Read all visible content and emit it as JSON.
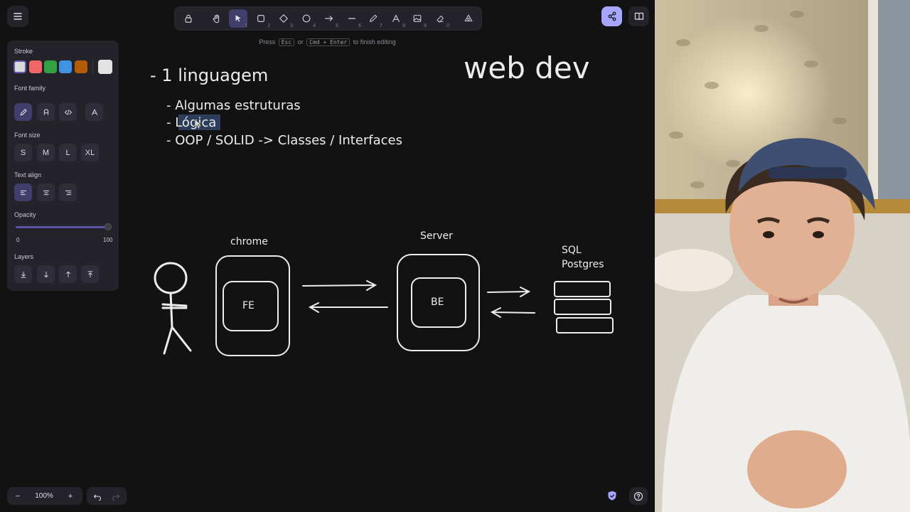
{
  "toolbar": {
    "tools": [
      {
        "name": "lock-icon",
        "num": ""
      },
      {
        "name": "hand-icon",
        "num": ""
      },
      {
        "name": "selection-icon",
        "num": "1"
      },
      {
        "name": "rectangle-icon",
        "num": "2"
      },
      {
        "name": "diamond-icon",
        "num": "3"
      },
      {
        "name": "ellipse-icon",
        "num": "4"
      },
      {
        "name": "arrow-icon",
        "num": "5"
      },
      {
        "name": "line-icon",
        "num": "6"
      },
      {
        "name": "draw-icon",
        "num": "7"
      },
      {
        "name": "text-icon",
        "num": "8"
      },
      {
        "name": "image-icon",
        "num": "9"
      },
      {
        "name": "eraser-icon",
        "num": "0"
      },
      {
        "name": "more-tools-icon",
        "num": ""
      }
    ]
  },
  "hint": {
    "press": "Press",
    "esc": "Esc",
    "or": "or",
    "cmd": "Cmd + Enter",
    "finish": "to finish editing"
  },
  "panel": {
    "stroke_label": "Stroke",
    "stroke_colors": [
      "#d9d9d9",
      "#f06565",
      "#33a043",
      "#3f93e0",
      "#b35b05"
    ],
    "stroke_current": "#e3e3e3",
    "font_family_label": "Font family",
    "font_size_label": "Font size",
    "font_sizes": [
      "S",
      "M",
      "L",
      "XL"
    ],
    "text_align_label": "Text align",
    "opacity_label": "Opacity",
    "opacity_min": "0",
    "opacity_max": "100",
    "opacity_value": 100,
    "layers_label": "Layers"
  },
  "canvas": {
    "title": "web dev",
    "heading": "- 1 linguagem",
    "bullets": [
      "- Algumas estruturas",
      "- Lógica",
      "- OOP / SOLID -> Classes / Interfaces"
    ],
    "chrome_label": "chrome",
    "fe_label": "FE",
    "server_label": "Server",
    "be_label": "BE",
    "db_label_1": "SQL",
    "db_label_2": "Postgres"
  },
  "bottom": {
    "zoom": "100%",
    "minus": "−",
    "plus": "+"
  },
  "colors": {
    "accent": "#a8a5ff",
    "canvas_bg": "#121212",
    "panel_bg": "#232329"
  }
}
